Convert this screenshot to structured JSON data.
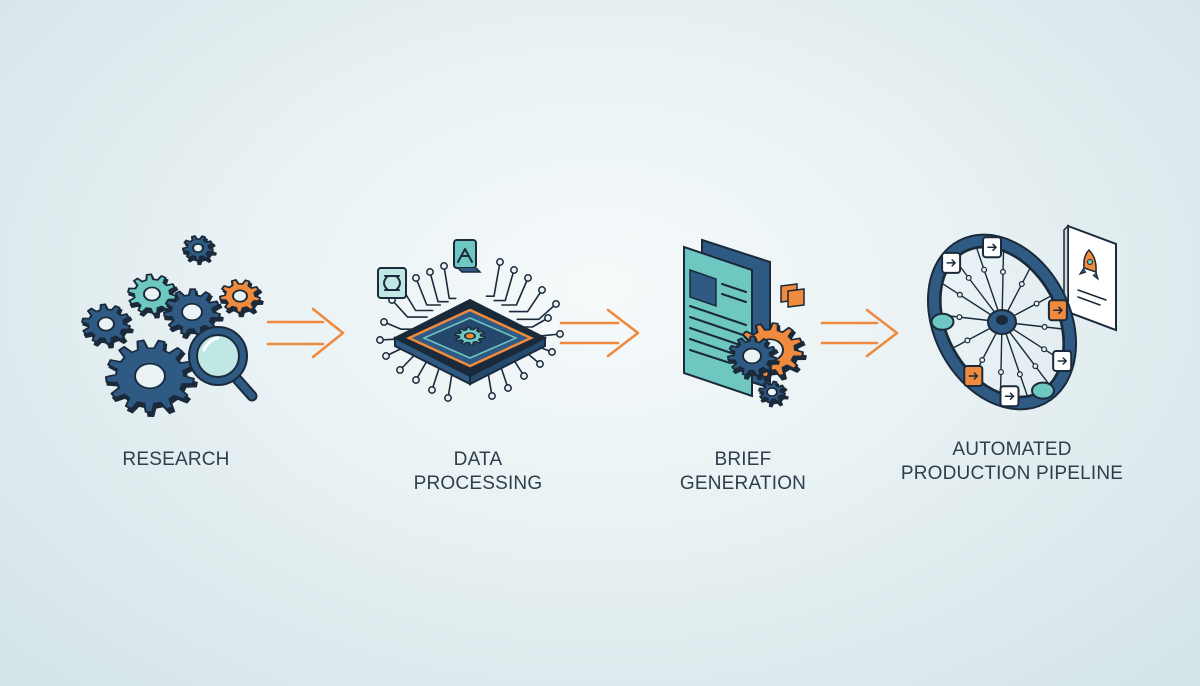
{
  "steps": [
    {
      "label": "RESEARCH",
      "icon": "gears-magnifier-icon"
    },
    {
      "label": "DATA PROCESSING",
      "icon": "circuit-chip-icon"
    },
    {
      "label": "BRIEF GENERATION",
      "icon": "document-gear-icon"
    },
    {
      "label_lines": [
        "AUTOMATED",
        "PRODUCTION PIPELINE"
      ],
      "icon": "pipeline-wheel-icon"
    }
  ],
  "colors": {
    "navy": "#2e5a84",
    "teal": "#6ec7c0",
    "orange": "#f08a3c",
    "outline": "#1b2a3a",
    "label": "#2d3e4c"
  }
}
